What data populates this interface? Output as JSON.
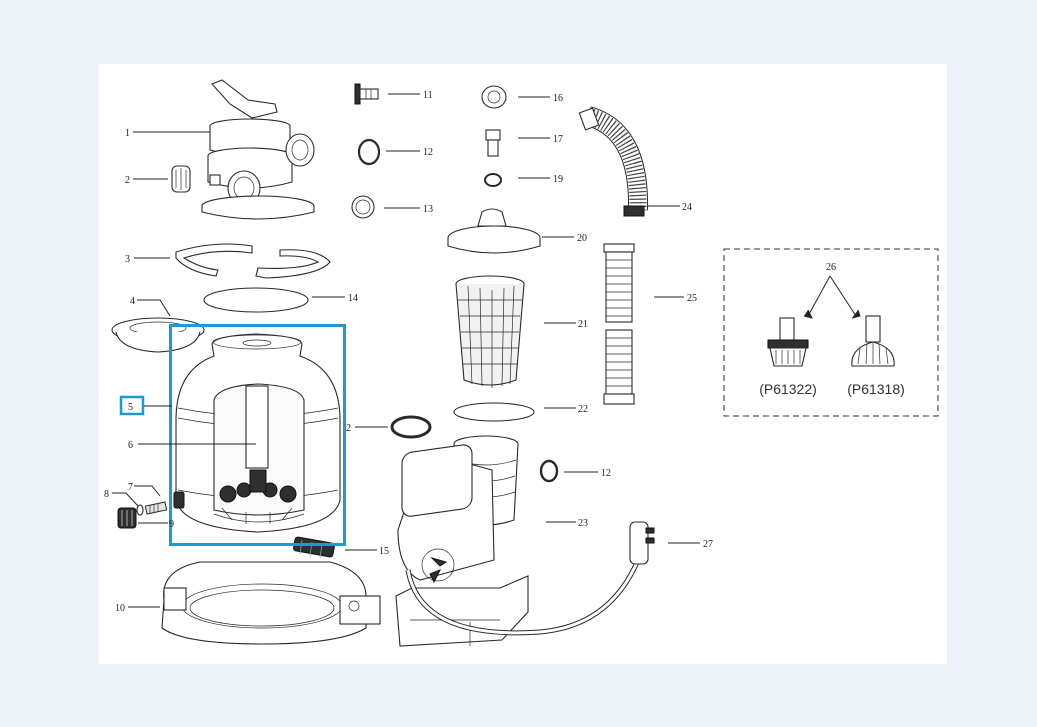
{
  "callouts": {
    "c1": "1",
    "c2": "2",
    "c2b": "2",
    "c3": "3",
    "c4": "4",
    "c5": "5",
    "c6": "6",
    "c7": "7",
    "c8": "8",
    "c9": "9",
    "c10": "10",
    "c11": "11",
    "c12": "12",
    "c12b": "12",
    "c13": "13",
    "c14": "14",
    "c15": "15",
    "c16": "16",
    "c17": "17",
    "c19": "19",
    "c20": "20",
    "c21": "21",
    "c22": "22",
    "c23": "23",
    "c24": "24",
    "c25": "25",
    "c26": "26",
    "c27": "27"
  },
  "variants": {
    "left_code": "(P61322)",
    "right_code": "(P61318)"
  },
  "colors": {
    "page_background": "#edf2f9",
    "sheet": "#ffffff",
    "highlight": "#1a9bd1",
    "line": "#222222"
  }
}
